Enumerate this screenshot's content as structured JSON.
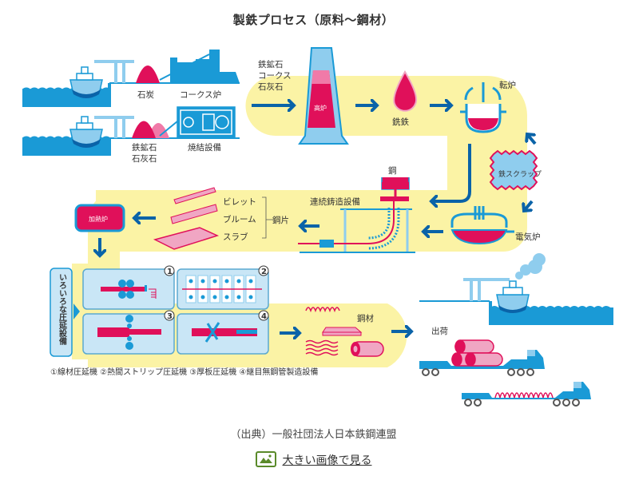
{
  "title": "製鉄プロセス（原料～鋼材）",
  "colors": {
    "blue_dark": "#0a63a8",
    "blue": "#1a9ad6",
    "blue_light": "#8fcdee",
    "blue_pale": "#c9e6f6",
    "magenta": "#e0105a",
    "pink": "#f0a6c3",
    "yellow": "#fbf3a5",
    "green_icon": "#5a8a2a"
  },
  "raw_materials": {
    "coal": "石炭",
    "coke_oven": "コークス炉",
    "ore_line1": "鉄鉱石",
    "ore_line2": "石灰石",
    "sinter": "焼結設備"
  },
  "inputs": {
    "line1": "鉄鉱石",
    "line2": "コークス",
    "line3": "石灰石"
  },
  "blast_furnace": "高炉",
  "pig_iron": "銑鉄",
  "converter": "転炉",
  "scrap": "鉄スクラップ",
  "electric_furnace": "電気炉",
  "steel": "鋼",
  "continuous_casting": "連続鋳造設備",
  "semi_products": {
    "billet": "ビレット",
    "bloom": "ブルーム",
    "slab": "スラブ",
    "group": "鋼片"
  },
  "reheat_furnace": "加熱炉",
  "rolling": {
    "label": "いろいろな圧延設備",
    "mills": [
      {
        "num": "①",
        "name": "線材圧延機"
      },
      {
        "num": "②",
        "name": "熱間ストリップ圧延機"
      },
      {
        "num": "③",
        "name": "厚板圧延機"
      },
      {
        "num": "④",
        "name": "継目無鋼管製造設備"
      }
    ],
    "caption": "①線材圧延機 ②熱間ストリップ圧延機 ③厚板圧延機 ④継目無鋼管製造設備"
  },
  "steel_products": "鋼材",
  "shipping": "出荷",
  "source": "（出典）一般社団法人日本鉄鋼連盟",
  "large_image_link": "大きい画像で見る",
  "icons": {
    "large_image": "image-icon"
  }
}
